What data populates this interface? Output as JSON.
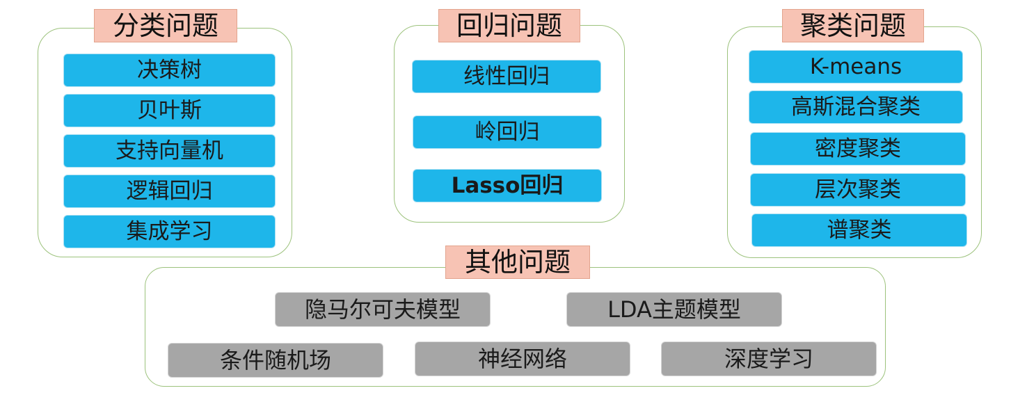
{
  "classification": {
    "title": "分类问题",
    "items": [
      "决策树",
      "贝叶斯",
      "支持向量机",
      "逻辑回归",
      "集成学习"
    ]
  },
  "regression": {
    "title": "回归问题",
    "items": [
      "线性回归",
      "岭回归",
      "Lasso回归"
    ]
  },
  "clustering": {
    "title": "聚类问题",
    "items": [
      "K-means",
      "高斯混合聚类",
      "密度聚类",
      "层次聚类",
      "谱聚类"
    ]
  },
  "other": {
    "title": "其他问题",
    "items": [
      "隐马尔可夫模型",
      "LDA主题模型",
      "条件随机场",
      "神经网络",
      "深度学习"
    ]
  },
  "colors": {
    "group_border": "#9cc27c",
    "title_fill": "#f7c3b4",
    "item_blue": "#1eb6ea",
    "item_gray": "#a6a6a6"
  }
}
